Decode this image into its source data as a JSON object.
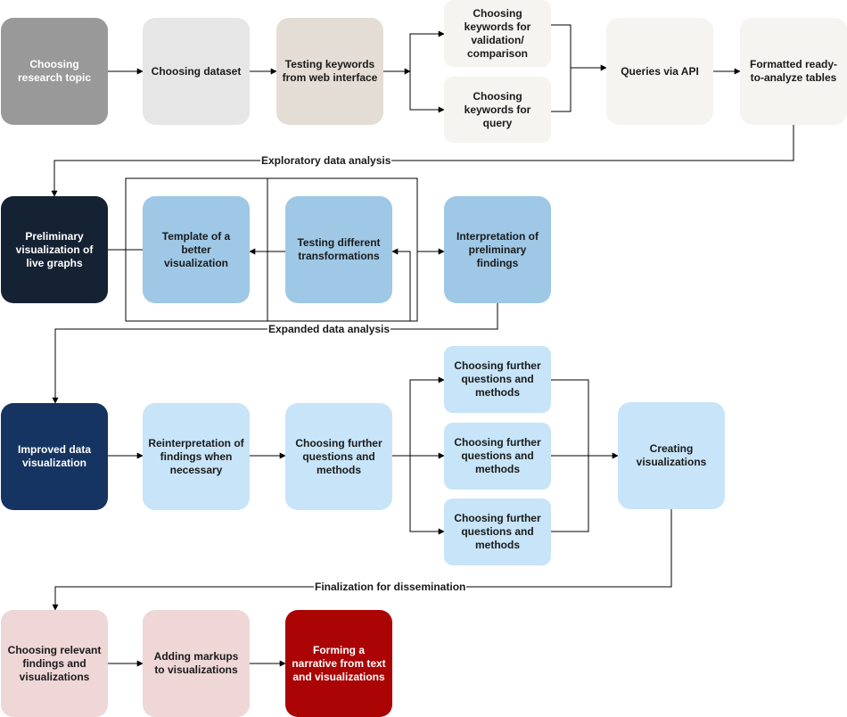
{
  "nodes": {
    "research_topic": {
      "label": "Choosing research topic",
      "color": "#999999"
    },
    "dataset": {
      "label": "Choosing dataset",
      "color": "#e6e6e6"
    },
    "testing_keywords": {
      "label": "Testing keywords from web interface",
      "color": "#e3ddd5"
    },
    "kw_validation": {
      "label": "Choosing keywords for validation/ comparison",
      "color": "#f5f4f1"
    },
    "kw_query": {
      "label": "Choosing keywords for query",
      "color": "#f5f4f1"
    },
    "queries_api": {
      "label": "Queries via API",
      "color": "#f5f4f1"
    },
    "formatted_tables": {
      "label": "Formatted ready-to-analyze tables",
      "color": "#f5f4f1"
    },
    "preliminary_vis": {
      "label": "Preliminary visualization of live graphs",
      "color": "#152233"
    },
    "template_vis": {
      "label": "Template of a better visualization",
      "color": "#9ec8e6"
    },
    "testing_transform": {
      "label": "Testing different transformations",
      "color": "#9ec8e6"
    },
    "interpretation": {
      "label": "Interpretation of preliminary findings",
      "color": "#9ec8e6"
    },
    "improved_vis": {
      "label": "Improved data visualization",
      "color": "#153461"
    },
    "reinterpretation": {
      "label": "Reinterpretation of findings when necessary",
      "color": "#c7e4f8"
    },
    "further_main": {
      "label": "Choosing further questions and methods",
      "color": "#c7e4f8"
    },
    "further_1": {
      "label": "Choosing further questions and methods",
      "color": "#c7e4f8"
    },
    "further_2": {
      "label": "Choosing further questions and methods",
      "color": "#c7e4f8"
    },
    "further_3": {
      "label": "Choosing further questions and methods",
      "color": "#c7e4f8"
    },
    "creating_vis": {
      "label": "Creating visualizations",
      "color": "#c7e4f8"
    },
    "relevant_findings": {
      "label": "Choosing relevant findings and visualizations",
      "color": "#efd6d7"
    },
    "markups": {
      "label": "Adding markups to visualizations",
      "color": "#efd6d7"
    },
    "narrative": {
      "label": "Forming a narrative from text and visualizations",
      "color": "#aa0404"
    }
  },
  "edge_labels": {
    "exploratory": "Exploratory data analysis",
    "expanded": "Expanded data analysis",
    "finalization": "Finalization for dissemination"
  },
  "colors": {
    "line": "#000000"
  }
}
